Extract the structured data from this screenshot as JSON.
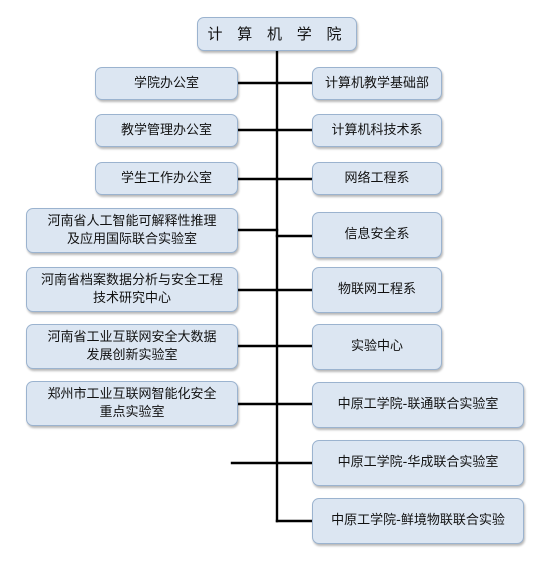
{
  "root": {
    "label": "计 算 机 学 院"
  },
  "left_units": [
    {
      "label": "学院办公室"
    },
    {
      "label": "教学管理办公室"
    },
    {
      "label": "学生工作办公室"
    },
    {
      "label": "河南省人工智能可解释性推理\n及应用国际联合实验室"
    },
    {
      "label": "河南省档案数据分析与安全工程\n技术研究中心"
    },
    {
      "label": "河南省工业互联网安全大数据\n发展创新实验室"
    },
    {
      "label": "郑州市工业互联网智能化安全\n重点实验室"
    }
  ],
  "right_units": [
    {
      "label": "计算机教学基础部"
    },
    {
      "label": "计算机科技术系"
    },
    {
      "label": "网络工程系"
    },
    {
      "label": "信息安全系"
    },
    {
      "label": "物联网工程系"
    },
    {
      "label": "实验中心"
    },
    {
      "label": "中原工学院-联通联合实验室"
    },
    {
      "label": "中原工学院-华成联合实验室"
    },
    {
      "label": "中原工学院-鲜境物联联合实验"
    }
  ]
}
